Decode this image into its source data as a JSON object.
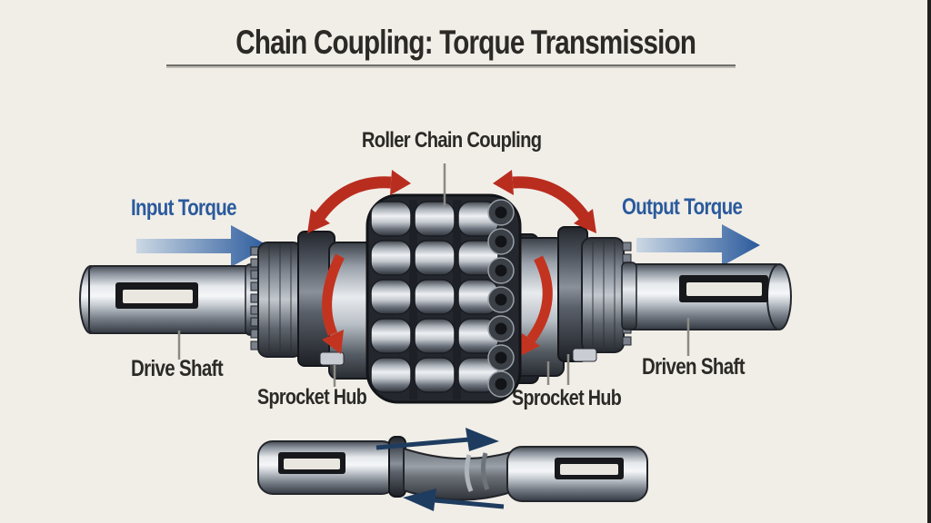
{
  "title": "Chain Coupling: Torque Transmission",
  "diagram": {
    "coupling_label": "Roller Chain Coupling",
    "input_torque_label": "Input Torque",
    "output_torque_label": "Output Torque",
    "drive_shaft_label": "Drive Shaft",
    "sprocket_hub_left_label": "Sprocket Hub",
    "sprocket_hub_right_label": "Sprocket Hub",
    "driven_shaft_label": "Driven Shaft"
  },
  "colors": {
    "background": "#f1eee8",
    "title_text": "#2b2a26",
    "label_text": "#2b2a26",
    "torque_blue": "#2a5a9c",
    "rotation_red": "#b92d1f",
    "misalignment_navy": "#1e3c5f",
    "divider_gray": "#6f6f6a"
  },
  "icons": {
    "input_torque_arrow": "right-arrow",
    "output_torque_arrow": "right-arrow",
    "rotation_arrow_left": "curved-double-headed-arrow",
    "rotation_arrow_right": "curved-double-headed-arrow",
    "hub_rotation_arrow_left": "curved-down-arrow",
    "hub_rotation_arrow_right": "curved-down-arrow",
    "misalignment_arrow_top": "right-arrow",
    "misalignment_arrow_bottom": "left-arrow"
  }
}
